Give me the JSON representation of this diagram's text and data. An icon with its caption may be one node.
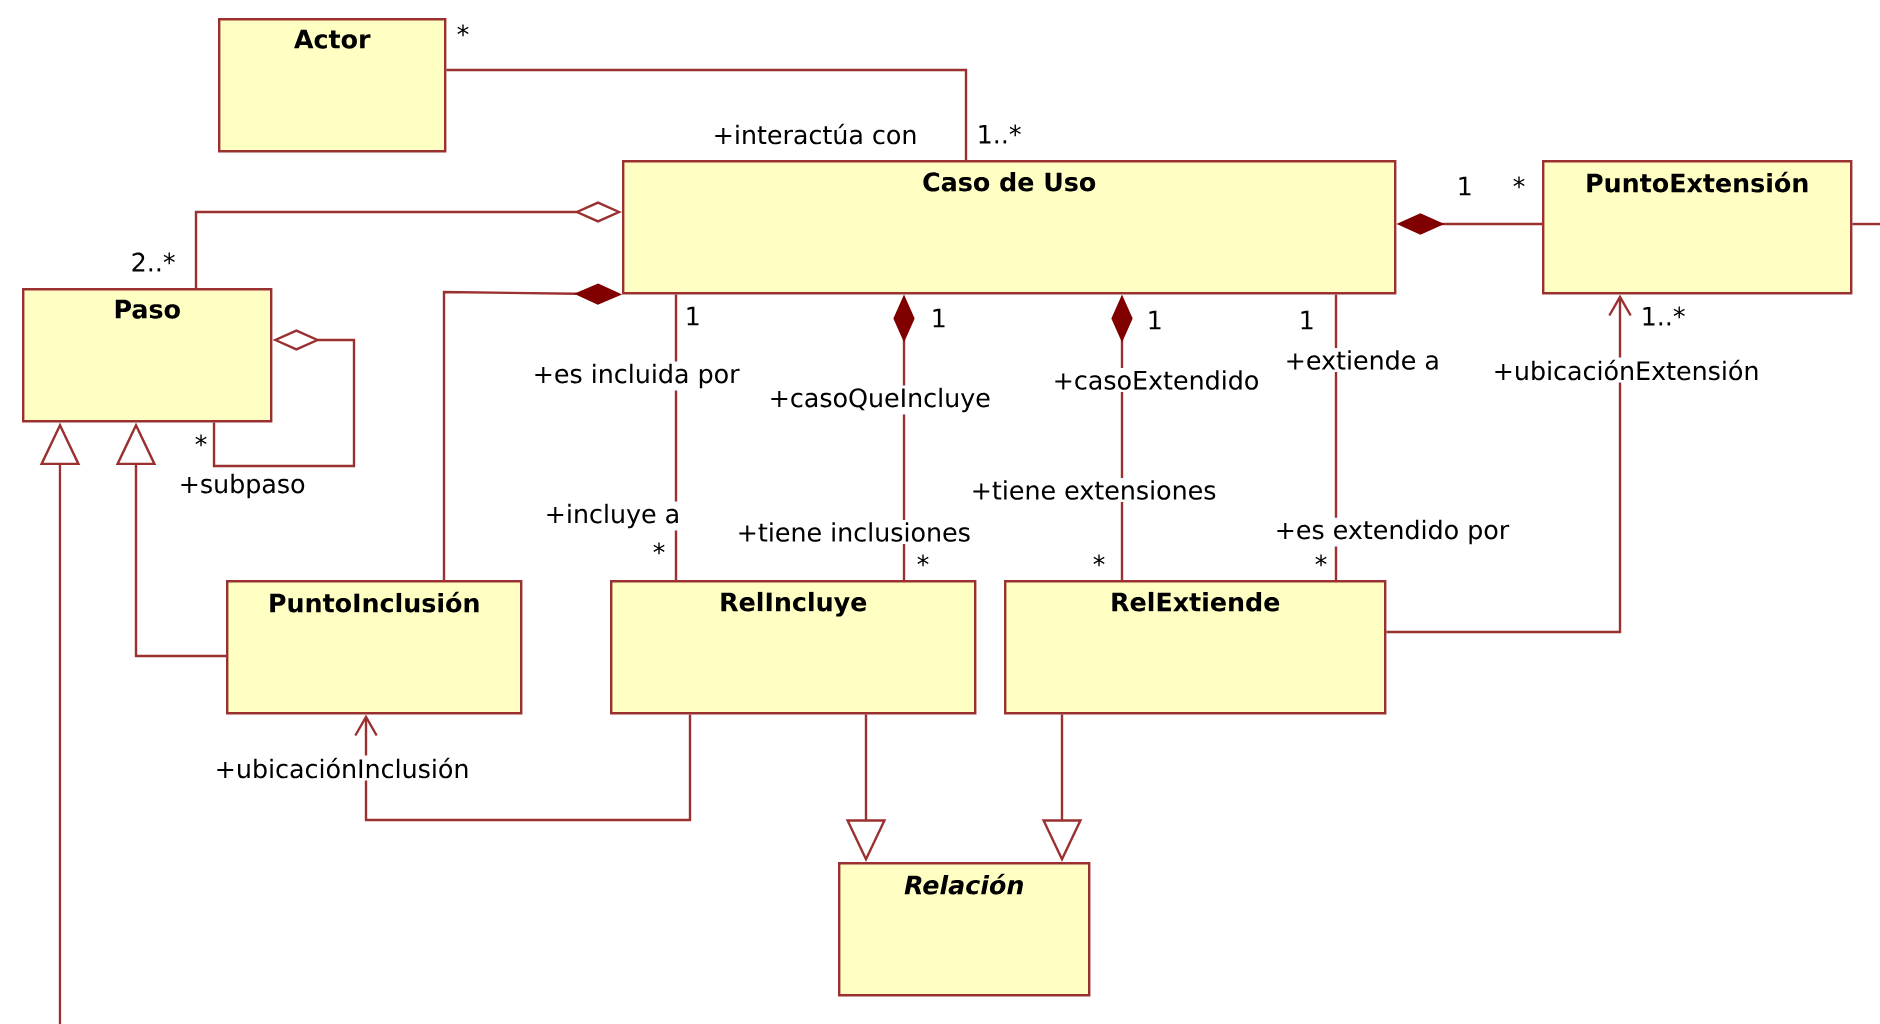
{
  "diagram": {
    "nodes": [
      {
        "text": [
          "Actor"
        ]
      },
      {
        "text": [
          "Caso de Uso"
        ]
      },
      {
        "text": [
          "PuntoExtensión"
        ]
      },
      {
        "text": [
          "Paso"
        ]
      },
      {
        "text": [
          "PuntoInclusión"
        ]
      },
      {
        "text": [
          "RelIncluye"
        ]
      },
      {
        "text": [
          "RelExtiende"
        ]
      },
      {
        "text": [
          "Relación"
        ]
      }
    ],
    "edges": [
      {
        "from": 0,
        "to": 1,
        "arrow": "none"
      },
      {
        "from": 1,
        "to": 3,
        "arrow": "other"
      },
      {
        "from": 3,
        "to": 3,
        "arrow": "other"
      },
      {
        "from": 1,
        "to": 4,
        "arrow": "other"
      },
      {
        "from": 1,
        "to": 5,
        "arrow": "none"
      },
      {
        "from": 1,
        "to": 5,
        "arrow": "other"
      },
      {
        "from": 1,
        "to": 6,
        "arrow": "other"
      },
      {
        "from": 1,
        "to": 6,
        "arrow": "none"
      },
      {
        "from": 1,
        "to": 2,
        "arrow": "other"
      },
      {
        "from": 2,
        "to": null,
        "arrow": "none"
      },
      {
        "from": 6,
        "to": 2,
        "arrow": "to"
      },
      {
        "from": 5,
        "to": 4,
        "arrow": "to"
      },
      {
        "from": 4,
        "to": 3,
        "arrow": "to"
      },
      {
        "from": null,
        "to": 3,
        "arrow": "to"
      },
      {
        "from": 5,
        "to": 7,
        "arrow": "to"
      },
      {
        "from": 6,
        "to": 7,
        "arrow": "to"
      }
    ],
    "labels": [
      "*",
      "+interactúa con",
      "1..*",
      "1",
      "*",
      "2..*",
      "1",
      "1",
      "1",
      "1",
      "1..*",
      "+es incluida por",
      "+casoQueIncluye",
      "+casoExtendido",
      "+extiende a",
      "+ubicaciónExtensión",
      "*",
      "+subpaso",
      "+incluye a",
      "+tiene inclusiones",
      "+tiene extensiones",
      "+es extendido por",
      "*",
      "*",
      "*",
      "*",
      "+ubicaciónInclusión"
    ]
  }
}
